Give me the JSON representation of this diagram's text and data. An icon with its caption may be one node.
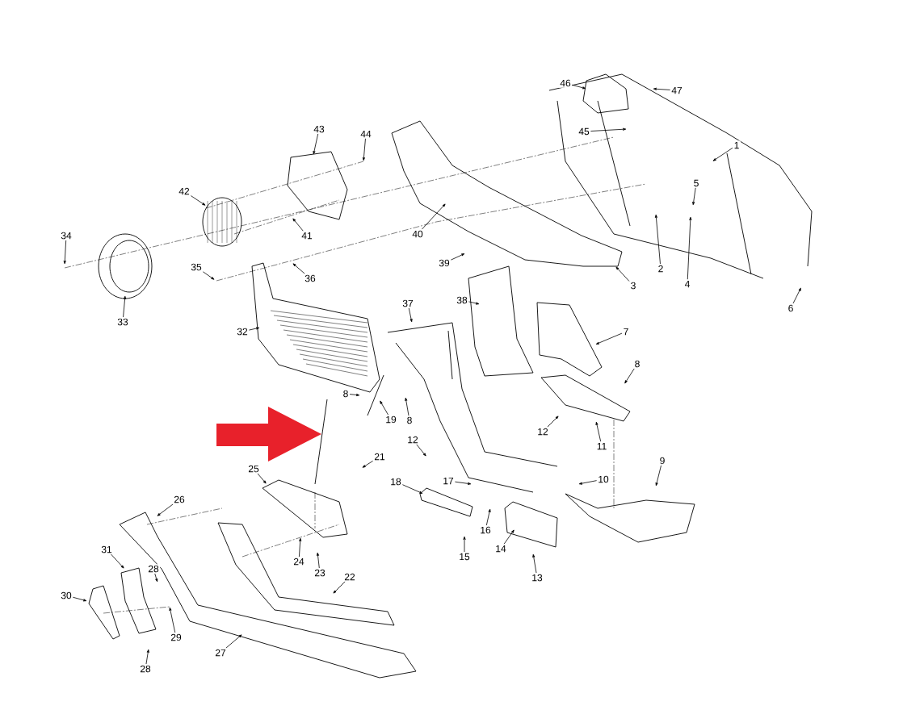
{
  "diagram": {
    "nodes": [
      {
        "text": [
          "46"
        ]
      },
      {
        "text": [
          "47"
        ]
      },
      {
        "text": [
          "43"
        ]
      },
      {
        "text": [
          "45"
        ]
      },
      {
        "text": [
          "44"
        ]
      },
      {
        "text": [
          "1"
        ]
      },
      {
        "text": [
          "5"
        ]
      },
      {
        "text": [
          "42"
        ]
      },
      {
        "text": [
          "40"
        ]
      },
      {
        "text": [
          "34"
        ]
      },
      {
        "text": [
          "41"
        ]
      },
      {
        "text": [
          "39"
        ]
      },
      {
        "text": [
          "35"
        ]
      },
      {
        "text": [
          "2"
        ]
      },
      {
        "text": [
          "36"
        ]
      },
      {
        "text": [
          "4"
        ]
      },
      {
        "text": [
          "3"
        ]
      },
      {
        "text": [
          "38"
        ]
      },
      {
        "text": [
          "37"
        ]
      },
      {
        "text": [
          "6"
        ]
      },
      {
        "text": [
          "33"
        ]
      },
      {
        "text": [
          "32"
        ]
      },
      {
        "text": [
          "7"
        ]
      },
      {
        "text": [
          "8"
        ]
      },
      {
        "text": [
          "8"
        ]
      },
      {
        "text": [
          "19"
        ]
      },
      {
        "text": [
          "8"
        ]
      },
      {
        "text": [
          "12"
        ]
      },
      {
        "text": [
          "12"
        ]
      },
      {
        "text": [
          "11"
        ]
      },
      {
        "text": [
          "21"
        ]
      },
      {
        "text": [
          "9"
        ]
      },
      {
        "text": [
          "25"
        ]
      },
      {
        "text": [
          "10"
        ]
      },
      {
        "text": [
          "17"
        ]
      },
      {
        "text": [
          "18"
        ]
      },
      {
        "text": [
          "26"
        ]
      },
      {
        "text": [
          "16"
        ]
      },
      {
        "text": [
          "14"
        ]
      },
      {
        "text": [
          "31"
        ]
      },
      {
        "text": [
          "15"
        ]
      },
      {
        "text": [
          "24"
        ]
      },
      {
        "text": [
          "28"
        ]
      },
      {
        "text": [
          "23"
        ]
      },
      {
        "text": [
          "22"
        ]
      },
      {
        "text": [
          "13"
        ]
      },
      {
        "text": [
          "30"
        ]
      },
      {
        "text": [
          "29"
        ]
      },
      {
        "text": [
          "27"
        ]
      },
      {
        "text": [
          "28"
        ]
      }
    ],
    "edges": [
      {
        "from": 0,
        "to": null,
        "arrow": "to"
      },
      {
        "from": 1,
        "to": null,
        "arrow": "to"
      },
      {
        "from": 2,
        "to": null,
        "arrow": "to"
      },
      {
        "from": 3,
        "to": null,
        "arrow": "to"
      },
      {
        "from": 4,
        "to": null,
        "arrow": "to"
      },
      {
        "from": 5,
        "to": null,
        "arrow": "to"
      },
      {
        "from": 6,
        "to": null,
        "arrow": "to"
      },
      {
        "from": 7,
        "to": null,
        "arrow": "to"
      },
      {
        "from": 8,
        "to": null,
        "arrow": "to"
      },
      {
        "from": 9,
        "to": null,
        "arrow": "to"
      },
      {
        "from": 10,
        "to": null,
        "arrow": "to"
      },
      {
        "from": 11,
        "to": null,
        "arrow": "to"
      },
      {
        "from": 12,
        "to": null,
        "arrow": "to"
      },
      {
        "from": 13,
        "to": null,
        "arrow": "to"
      },
      {
        "from": 14,
        "to": null,
        "arrow": "to"
      },
      {
        "from": 15,
        "to": null,
        "arrow": "to"
      },
      {
        "from": 16,
        "to": null,
        "arrow": "to"
      },
      {
        "from": 17,
        "to": null,
        "arrow": "to"
      },
      {
        "from": 18,
        "to": null,
        "arrow": "to"
      },
      {
        "from": 19,
        "to": null,
        "arrow": "to"
      },
      {
        "from": 20,
        "to": null,
        "arrow": "to"
      },
      {
        "from": 21,
        "to": null,
        "arrow": "to"
      },
      {
        "from": 22,
        "to": null,
        "arrow": "to"
      },
      {
        "from": 23,
        "to": null,
        "arrow": "to"
      },
      {
        "from": 24,
        "to": null,
        "arrow": "to"
      },
      {
        "from": 25,
        "to": null,
        "arrow": "to"
      },
      {
        "from": 26,
        "to": null,
        "arrow": "to"
      },
      {
        "from": 27,
        "to": null,
        "arrow": "to"
      },
      {
        "from": 28,
        "to": null,
        "arrow": "to"
      },
      {
        "from": 29,
        "to": null,
        "arrow": "to"
      },
      {
        "from": 30,
        "to": null,
        "arrow": "to"
      },
      {
        "from": 31,
        "to": null,
        "arrow": "to"
      },
      {
        "from": 32,
        "to": null,
        "arrow": "to"
      },
      {
        "from": 33,
        "to": null,
        "arrow": "to"
      },
      {
        "from": 34,
        "to": null,
        "arrow": "to"
      },
      {
        "from": 35,
        "to": null,
        "arrow": "to"
      },
      {
        "from": 36,
        "to": null,
        "arrow": "to"
      },
      {
        "from": 37,
        "to": null,
        "arrow": "to"
      },
      {
        "from": 38,
        "to": null,
        "arrow": "to"
      },
      {
        "from": 39,
        "to": null,
        "arrow": "to"
      },
      {
        "from": 40,
        "to": null,
        "arrow": "to"
      },
      {
        "from": 41,
        "to": null,
        "arrow": "to"
      },
      {
        "from": 42,
        "to": null,
        "arrow": "to"
      },
      {
        "from": 43,
        "to": null,
        "arrow": "to"
      },
      {
        "from": 44,
        "to": null,
        "arrow": "to"
      },
      {
        "from": 45,
        "to": null,
        "arrow": "to"
      },
      {
        "from": 46,
        "to": null,
        "arrow": "to"
      },
      {
        "from": 47,
        "to": null,
        "arrow": "to"
      },
      {
        "from": 48,
        "to": null,
        "arrow": "to"
      },
      {
        "from": 49,
        "to": null,
        "arrow": "to"
      }
    ]
  }
}
